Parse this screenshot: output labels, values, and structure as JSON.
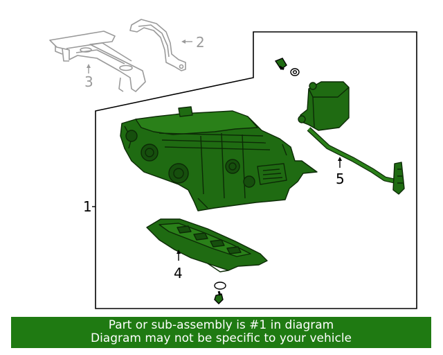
{
  "callouts": {
    "c1": "1",
    "c2": "2",
    "c3": "3",
    "c4": "4",
    "c5": "5"
  },
  "banner": {
    "line1": "Part or sub-assembly is #1 in diagram",
    "line2": "Diagram may not be specific to your vehicle"
  },
  "colors": {
    "part_fill": "#1f6b12",
    "part_stroke": "#0c2a06",
    "context_part": "#a0a0a0",
    "banner_bg": "#1f7a12",
    "banner_text": "#ffffff"
  }
}
